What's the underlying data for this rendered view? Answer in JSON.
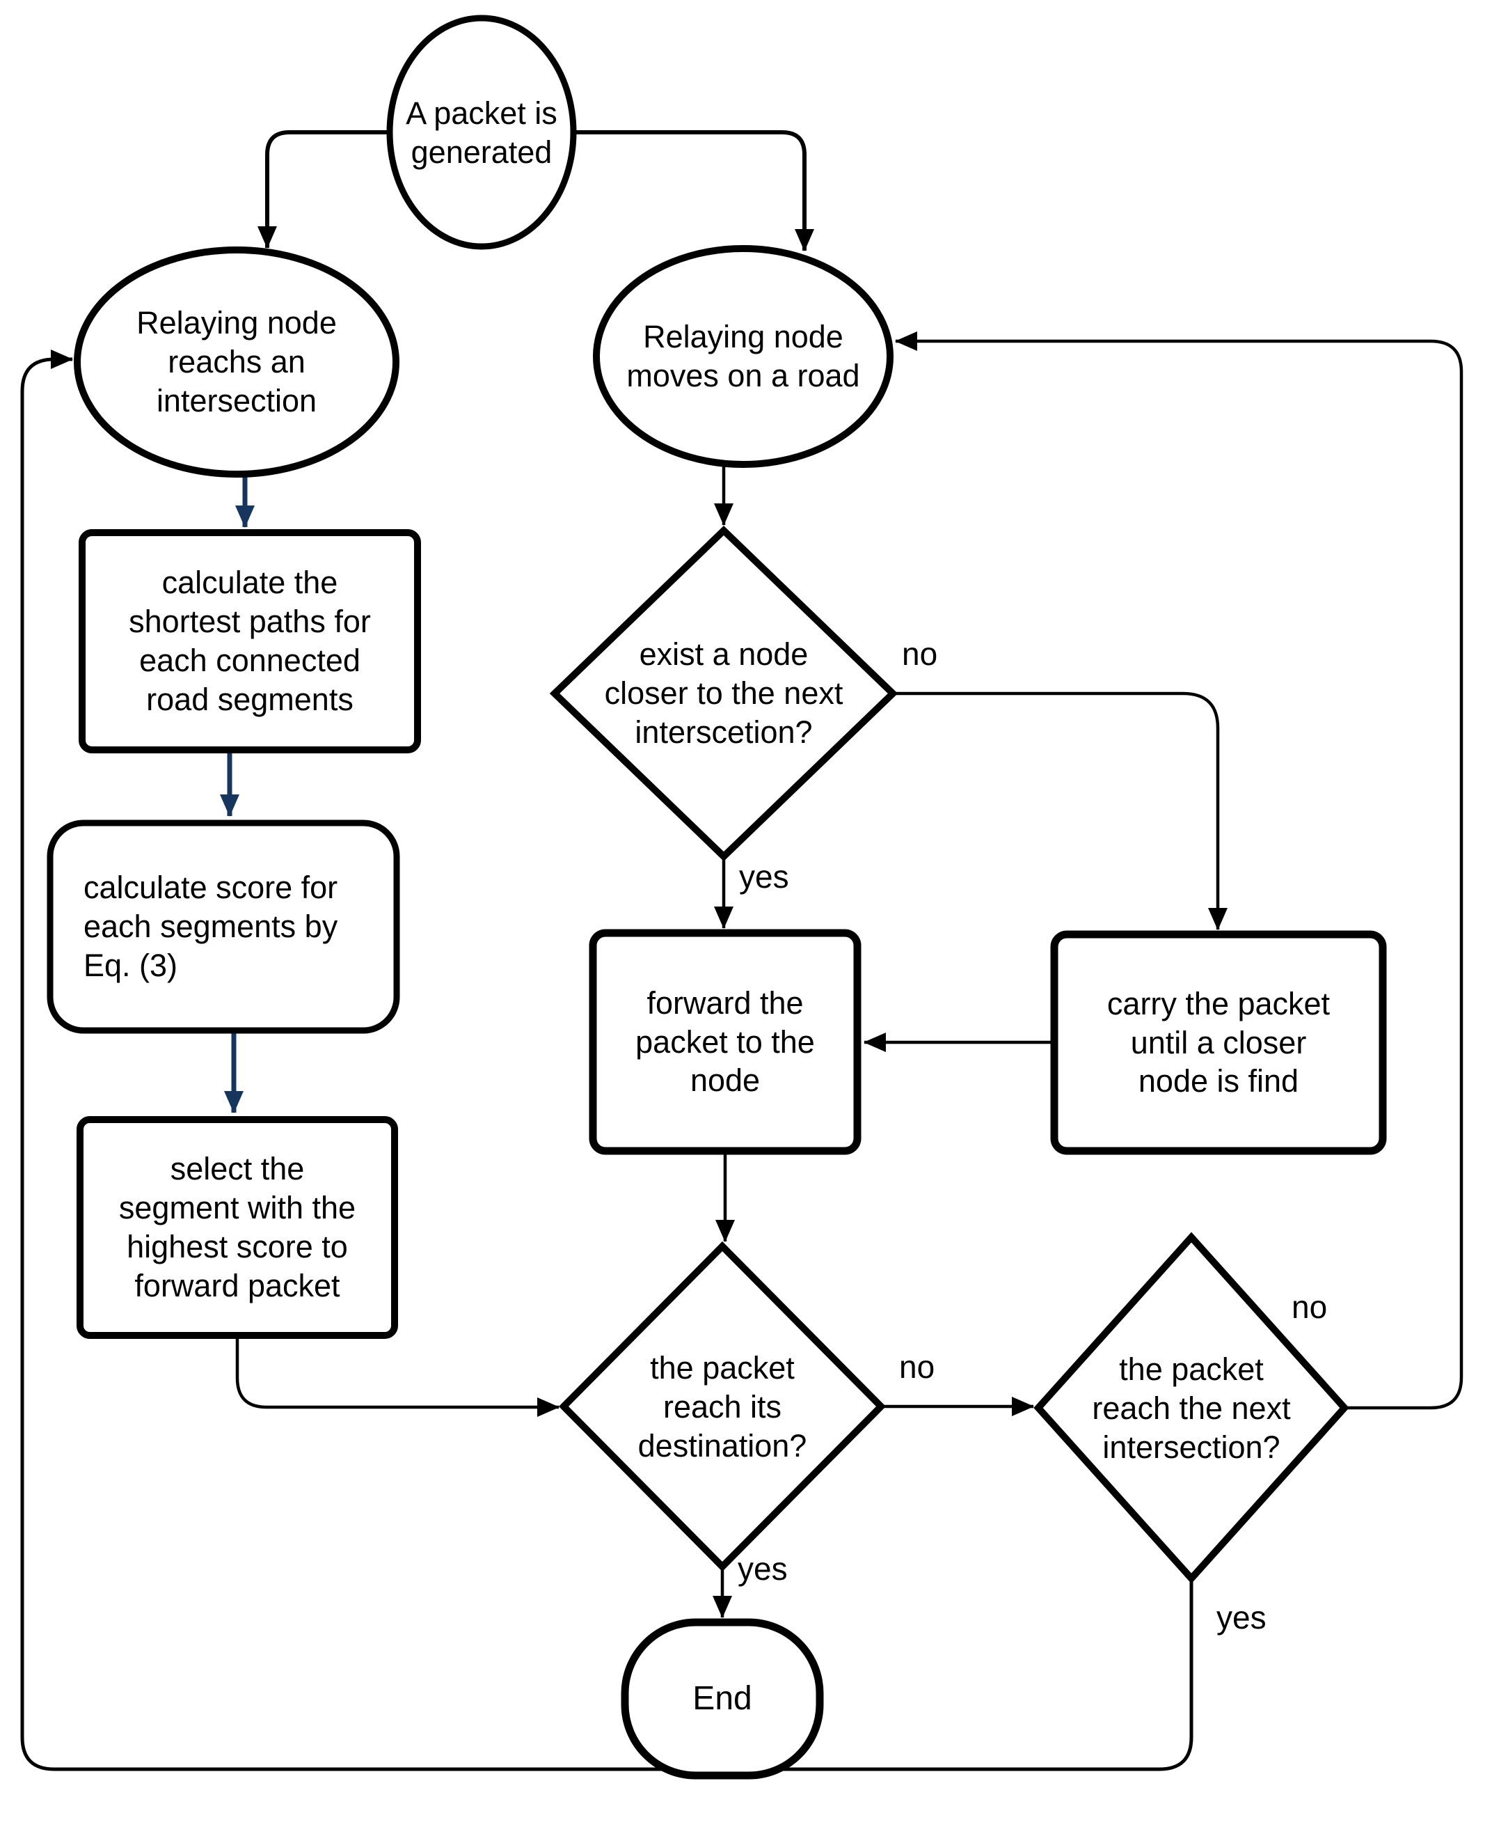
{
  "diagram": {
    "type": "flowchart",
    "nodes": {
      "start": "A packet is\ngenerated",
      "reach_intersection": "Relaying node\nreachs an\nintersection",
      "move_on_road": "Relaying node\nmoves on a road",
      "calc_paths": "calculate the\nshortest paths for\neach connected\nroad segments",
      "calc_score": "calculate score for\neach segments by\nEq. (3)",
      "select_segment": "select the\nsegment with the\nhighest score to\nforward packet",
      "exist_closer_node": "exist a node\ncloser to the next\ninterscetion?",
      "forward_packet": "forward the\npacket to the\nnode",
      "carry_packet": "carry the packet\nuntil a closer\nnode is find",
      "reach_destination": "the packet\nreach its\ndestination?",
      "reach_next_intersection": "the packet\nreach the next\nintersection?",
      "end": "End"
    },
    "edge_labels": {
      "no_closer_node": "no",
      "yes_closer_node": "yes",
      "no_destination": "no",
      "yes_destination": "yes",
      "no_next_intersection": "no",
      "yes_next_intersection": "yes"
    },
    "colors": {
      "line": "#000000",
      "blue_arrow": "#17365d",
      "background": "#ffffff"
    }
  }
}
